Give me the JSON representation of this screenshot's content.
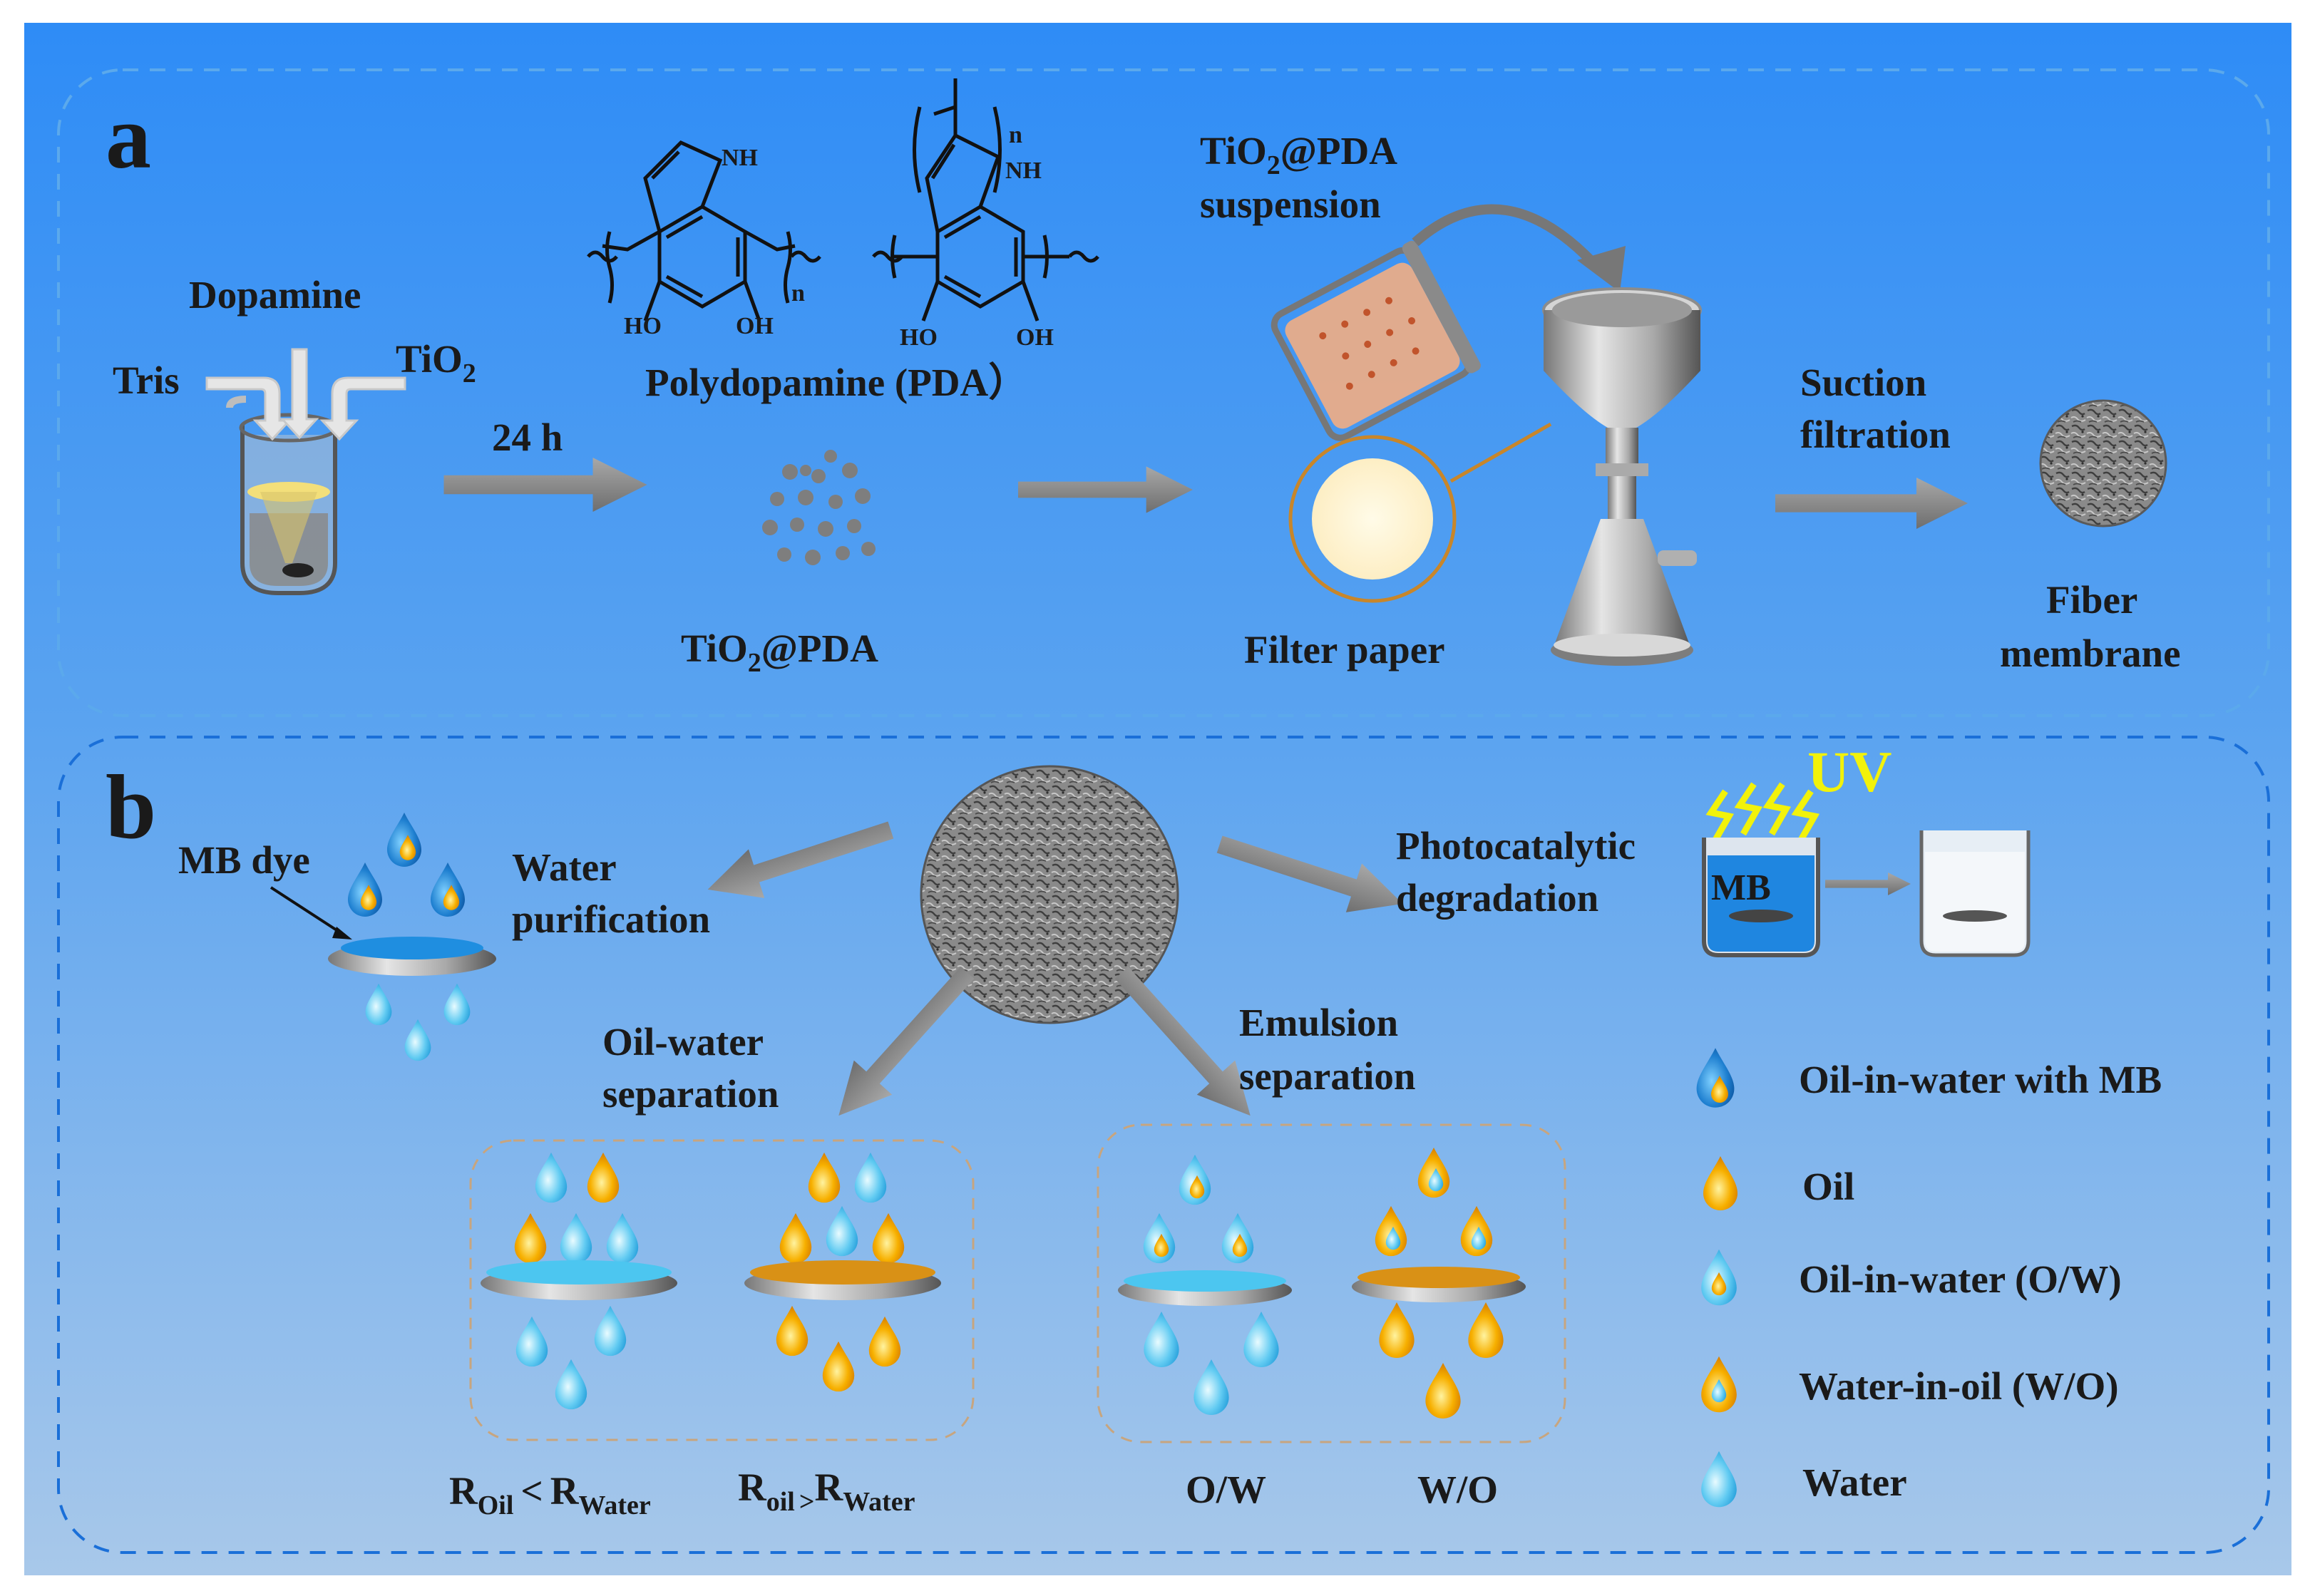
{
  "panel_a": {
    "letter": "a",
    "dopamine": "Dopamine",
    "tris": "Tris",
    "tio2": "TiO",
    "tio2_sub": "2",
    "time": "24 h",
    "pda_caption": "Polydopamine (PDA）",
    "nh": "NH",
    "ho": "HO",
    "oh": "OH",
    "n": "n",
    "tio2pda_pre": "TiO",
    "tio2pda_sub": "2",
    "tio2pda_post": "@PDA",
    "suspension_line1_pre": "TiO",
    "suspension_line1_sub": "2",
    "suspension_line1_post": "@PDA",
    "suspension_line2": "suspension",
    "filter_paper": "Filter paper",
    "suction_line1": "Suction",
    "suction_line2": "filtration",
    "fiber_line1": "Fiber",
    "fiber_line2": "membrane"
  },
  "panel_b": {
    "letter": "b",
    "mb_dye": "MB dye",
    "water_purification_line1": "Water",
    "water_purification_line2": "purification",
    "uv": "UV",
    "mb": "MB",
    "photocatalytic_line1": "Photocatalytic",
    "photocatalytic_line2": "degradation",
    "oil_water_line1": "Oil-water",
    "oil_water_line2": "separation",
    "emulsion_line1": "Emulsion",
    "emulsion_line2": "separation",
    "r_oil_a": "R",
    "r_oil_a_sub": "Oil",
    "less_than": "<",
    "r_water_a": "R",
    "r_water_a_sub": "Water",
    "r_oil_b": "R",
    "r_oil_b_sub": "oil",
    "greater_than": ">",
    "r_water_b": "R",
    "r_water_b_sub": "Water",
    "ow_label": "O/W",
    "wo_label": "W/O"
  },
  "legend": [
    {
      "icon": "oil-in-water-with-mb-icon",
      "label": "Oil-in-water with MB"
    },
    {
      "icon": "oil-drop-icon",
      "label": "Oil"
    },
    {
      "icon": "oil-in-water-drop-icon",
      "label": "Oil-in-water (O/W)"
    },
    {
      "icon": "water-in-oil-drop-icon",
      "label": "Water-in-oil (W/O)"
    },
    {
      "icon": "water-drop-icon",
      "label": "Water"
    }
  ],
  "colors": {
    "background_top": "#2f8ef5",
    "background_bottom": "#a9c9ec",
    "arrow_gray": "#8a8a8a",
    "uv_yellow": "#f2f20a",
    "water_blue": "#3fb4e8",
    "oil_orange": "#f5a200",
    "membrane_gray": "#6d6d6d"
  }
}
